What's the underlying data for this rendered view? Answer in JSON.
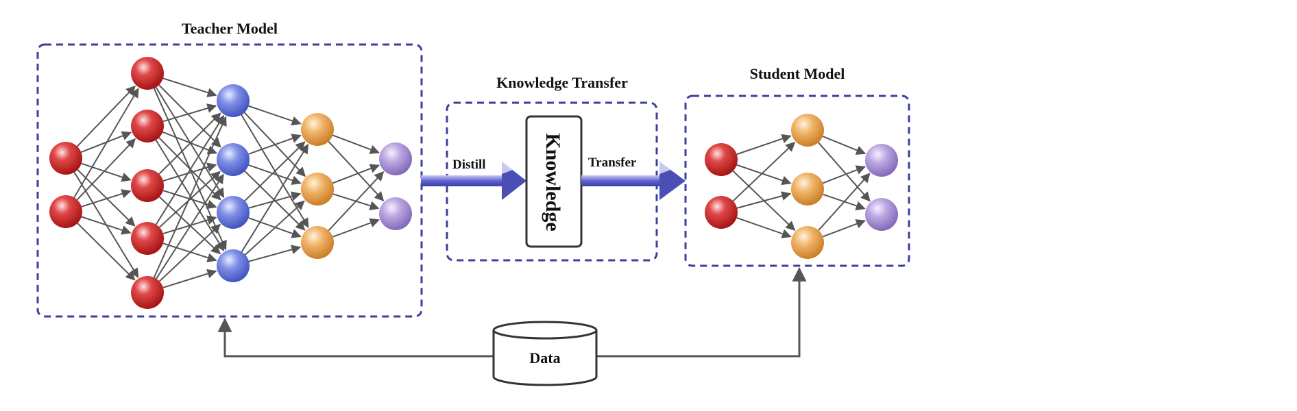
{
  "diagram": {
    "teacher_label": "Teacher Model",
    "transfer_label": "Knowledge Transfer",
    "student_label": "Student Model",
    "distill_label": "Distill",
    "transfer_arrow_label": "Transfer",
    "knowledge_label": "Knowledge",
    "data_label": "Data"
  },
  "colors": {
    "box_border": "#3a3fa0",
    "arrow": "#5a5cc8",
    "edge": "#555555",
    "node_red": "#d02c2c",
    "node_blue": "#5a6fd8",
    "node_orange": "#e8a24e",
    "node_purple": "#a78fd0"
  }
}
